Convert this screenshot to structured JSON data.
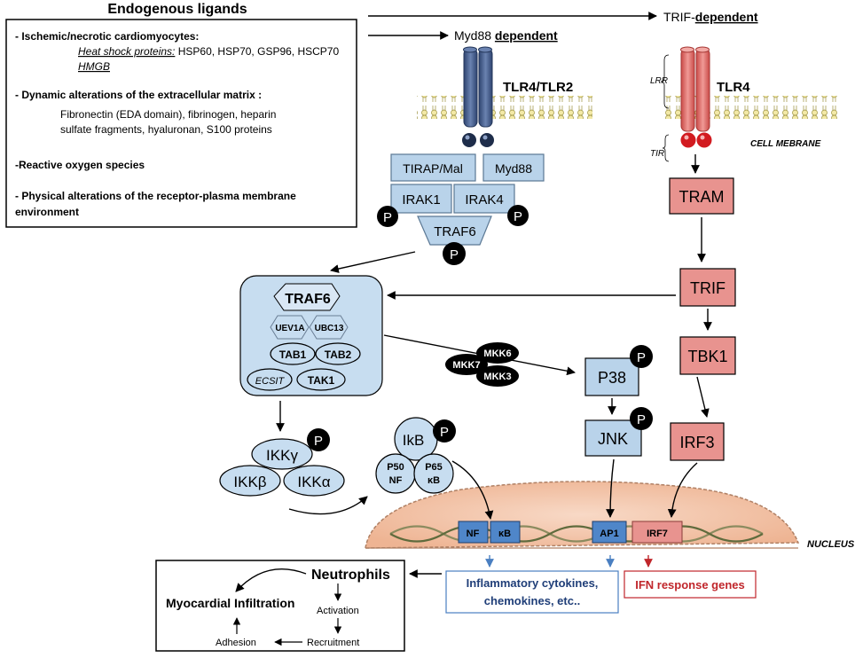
{
  "header": {
    "title": "Endogenous ligands"
  },
  "ligands": {
    "ischemic_heading": "- Ischemic/necrotic cardiomyocytes:",
    "hsp_label": "Heat shock proteins:",
    "hsp_list": " HSP60, HSP70, GSP96, HSCP70",
    "hmgb": "HMGB",
    "ecm_heading": "- Dynamic alterations of the extracellular matrix :",
    "ecm_line1": "Fibronectin (EDA domain), fibrinogen, heparin",
    "ecm_line2": "sulfate fragments, hyaluronan, S100 proteins",
    "ros": "-Reactive oxygen species",
    "phys_line1": "- Physical alterations of the receptor-plasma  membrane",
    "phys_line2": "environment"
  },
  "pathways": {
    "myd88_prefix": "Myd88 ",
    "myd88_suffix": "dependent",
    "trif_prefix": "TRIF-",
    "trif_suffix": "dependent"
  },
  "receptors": {
    "tlr4_tlr2": "TLR4/TLR2",
    "tlr4": "TLR4",
    "lrr": "LRR",
    "tir": "TIR",
    "cell_membrane": "CELL MEBRANE"
  },
  "myd88_complex": {
    "tirap": "TIRAP/Mal",
    "myd88": "Myd88",
    "irak1": "IRAK1",
    "irak4": "IRAK4",
    "traf6": "TRAF6",
    "p": "P"
  },
  "trif_path": {
    "tram": "TRAM",
    "trif": "TRIF",
    "tbk1": "TBK1",
    "irf3": "IRF3"
  },
  "traf6_complex": {
    "traf6": "TRAF6",
    "uev1a": "UEV1A",
    "ubc13": "UBC13",
    "tab1": "TAB1",
    "tab2": "TAB2",
    "ecsit": "ECSIT",
    "tak1": "TAK1"
  },
  "mkk": {
    "mkk6": "MKK6",
    "mkk7": "MKK7",
    "mkk3": "MKK3"
  },
  "mapk": {
    "p38": "P38",
    "jnk": "JNK"
  },
  "ikk": {
    "gamma": "IKKγ",
    "beta": "IKKβ",
    "alpha": "IKKα"
  },
  "ikb": {
    "ikb": "IkB",
    "p50_1": "P50",
    "p50_2": "NF",
    "p65_1": "P65",
    "p65_2": "κB"
  },
  "nucleus": {
    "label": "NUCLEUS",
    "nf": "NF",
    "kb": "κB",
    "ap1": "AP1",
    "irf7": "IRF7"
  },
  "outputs": {
    "inflam_line1": "Inflammatory cytokines,",
    "inflam_line2": "chemokines, etc..",
    "ifn": "IFN response genes"
  },
  "neutrophil_box": {
    "neutrophils": "Neutrophils",
    "infiltration": "Myocardial Infiltration",
    "activation": "Activation",
    "recruitment": "Recruitment",
    "adhesion": "Adhesion"
  },
  "colors": {
    "blue_box": "#b9d3ea",
    "blue_box_dark": "#dbe8f5",
    "salmon_box": "#e8938f",
    "red_receptor": "#d9605d",
    "navy_receptor": "#3e5785",
    "nucleus": "#f4c7ac",
    "blue_arrow": "#4a7fc1",
    "red_arrow": "#c0262b"
  }
}
